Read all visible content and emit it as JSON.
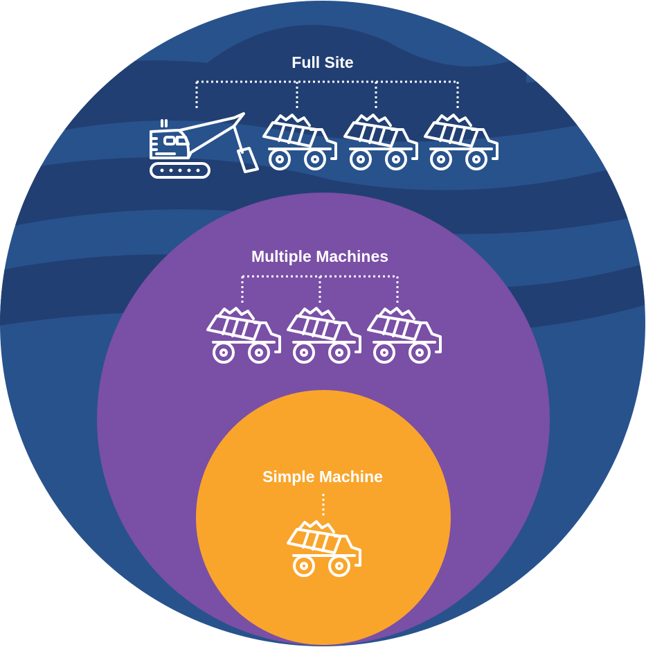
{
  "colors": {
    "outer": "#28528c",
    "wave": "#213f72",
    "middle": "#7a4fa6",
    "inner": "#f9a52b",
    "icon": "#ffffff"
  },
  "levels": [
    {
      "label": "Full Site",
      "icons": [
        "excavator-icon",
        "haul-truck-icon",
        "haul-truck-icon",
        "haul-truck-icon"
      ]
    },
    {
      "label": "Multiple Machines",
      "icons": [
        "haul-truck-icon",
        "haul-truck-icon",
        "haul-truck-icon"
      ]
    },
    {
      "label": "Simple Machine",
      "icons": [
        "haul-truck-icon"
      ]
    }
  ]
}
